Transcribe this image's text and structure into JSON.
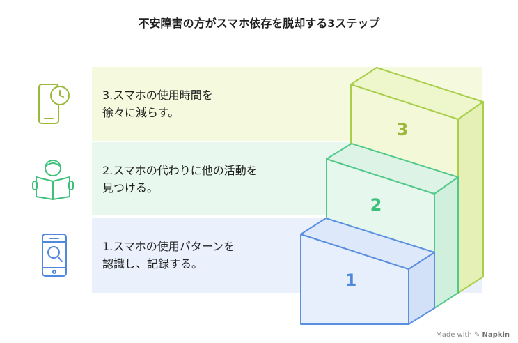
{
  "title": "不安障害の方がスマホ依存を脱却する3ステップ",
  "steps": [
    {
      "number": "1",
      "line1": "1.スマホの使用パターンを",
      "line2": "認識し、記録する。",
      "color": "#4f88dd"
    },
    {
      "number": "2",
      "line1": "2.スマホの代わりに他の活動を",
      "line2": "見つける。",
      "color": "#3ec07a"
    },
    {
      "number": "3",
      "line1": "3.スマホの使用時間を",
      "line2": "徐々に減らす。",
      "color": "#9ab83a"
    }
  ],
  "icons": [
    "phone-search-icon",
    "reading-person-icon",
    "phone-clock-icon"
  ],
  "footer": {
    "prefix": "Made with",
    "brand": "Napkin"
  }
}
